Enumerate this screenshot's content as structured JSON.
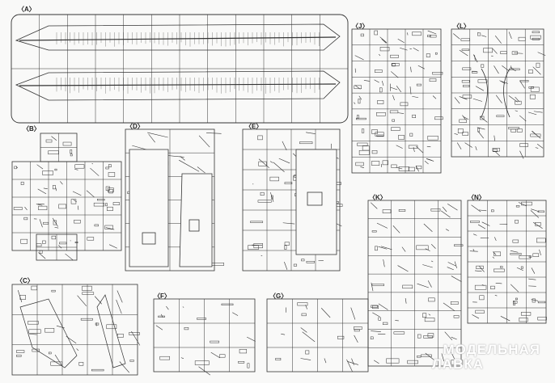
{
  "sprues": [
    {
      "id": "A",
      "label": "〈A〉"
    },
    {
      "id": "B",
      "label": "〈B〉"
    },
    {
      "id": "C",
      "label": "〈C〉"
    },
    {
      "id": "D",
      "label": "〈D〉"
    },
    {
      "id": "E",
      "label": "〈E〉"
    },
    {
      "id": "F",
      "label": "〈F〉"
    },
    {
      "id": "G",
      "label": "〈G〉"
    },
    {
      "id": "J",
      "label": "〈J〉"
    },
    {
      "id": "K",
      "label": "〈K〉"
    },
    {
      "id": "L",
      "label": "〈L〉"
    },
    {
      "id": "N",
      "label": "〈N〉"
    }
  ],
  "watermark": {
    "line1": "МОДЕЛЬНАЯ",
    "line2": "ЛАВКА"
  },
  "colors": {
    "line": "#333333",
    "paper": "#f9f9f8"
  }
}
